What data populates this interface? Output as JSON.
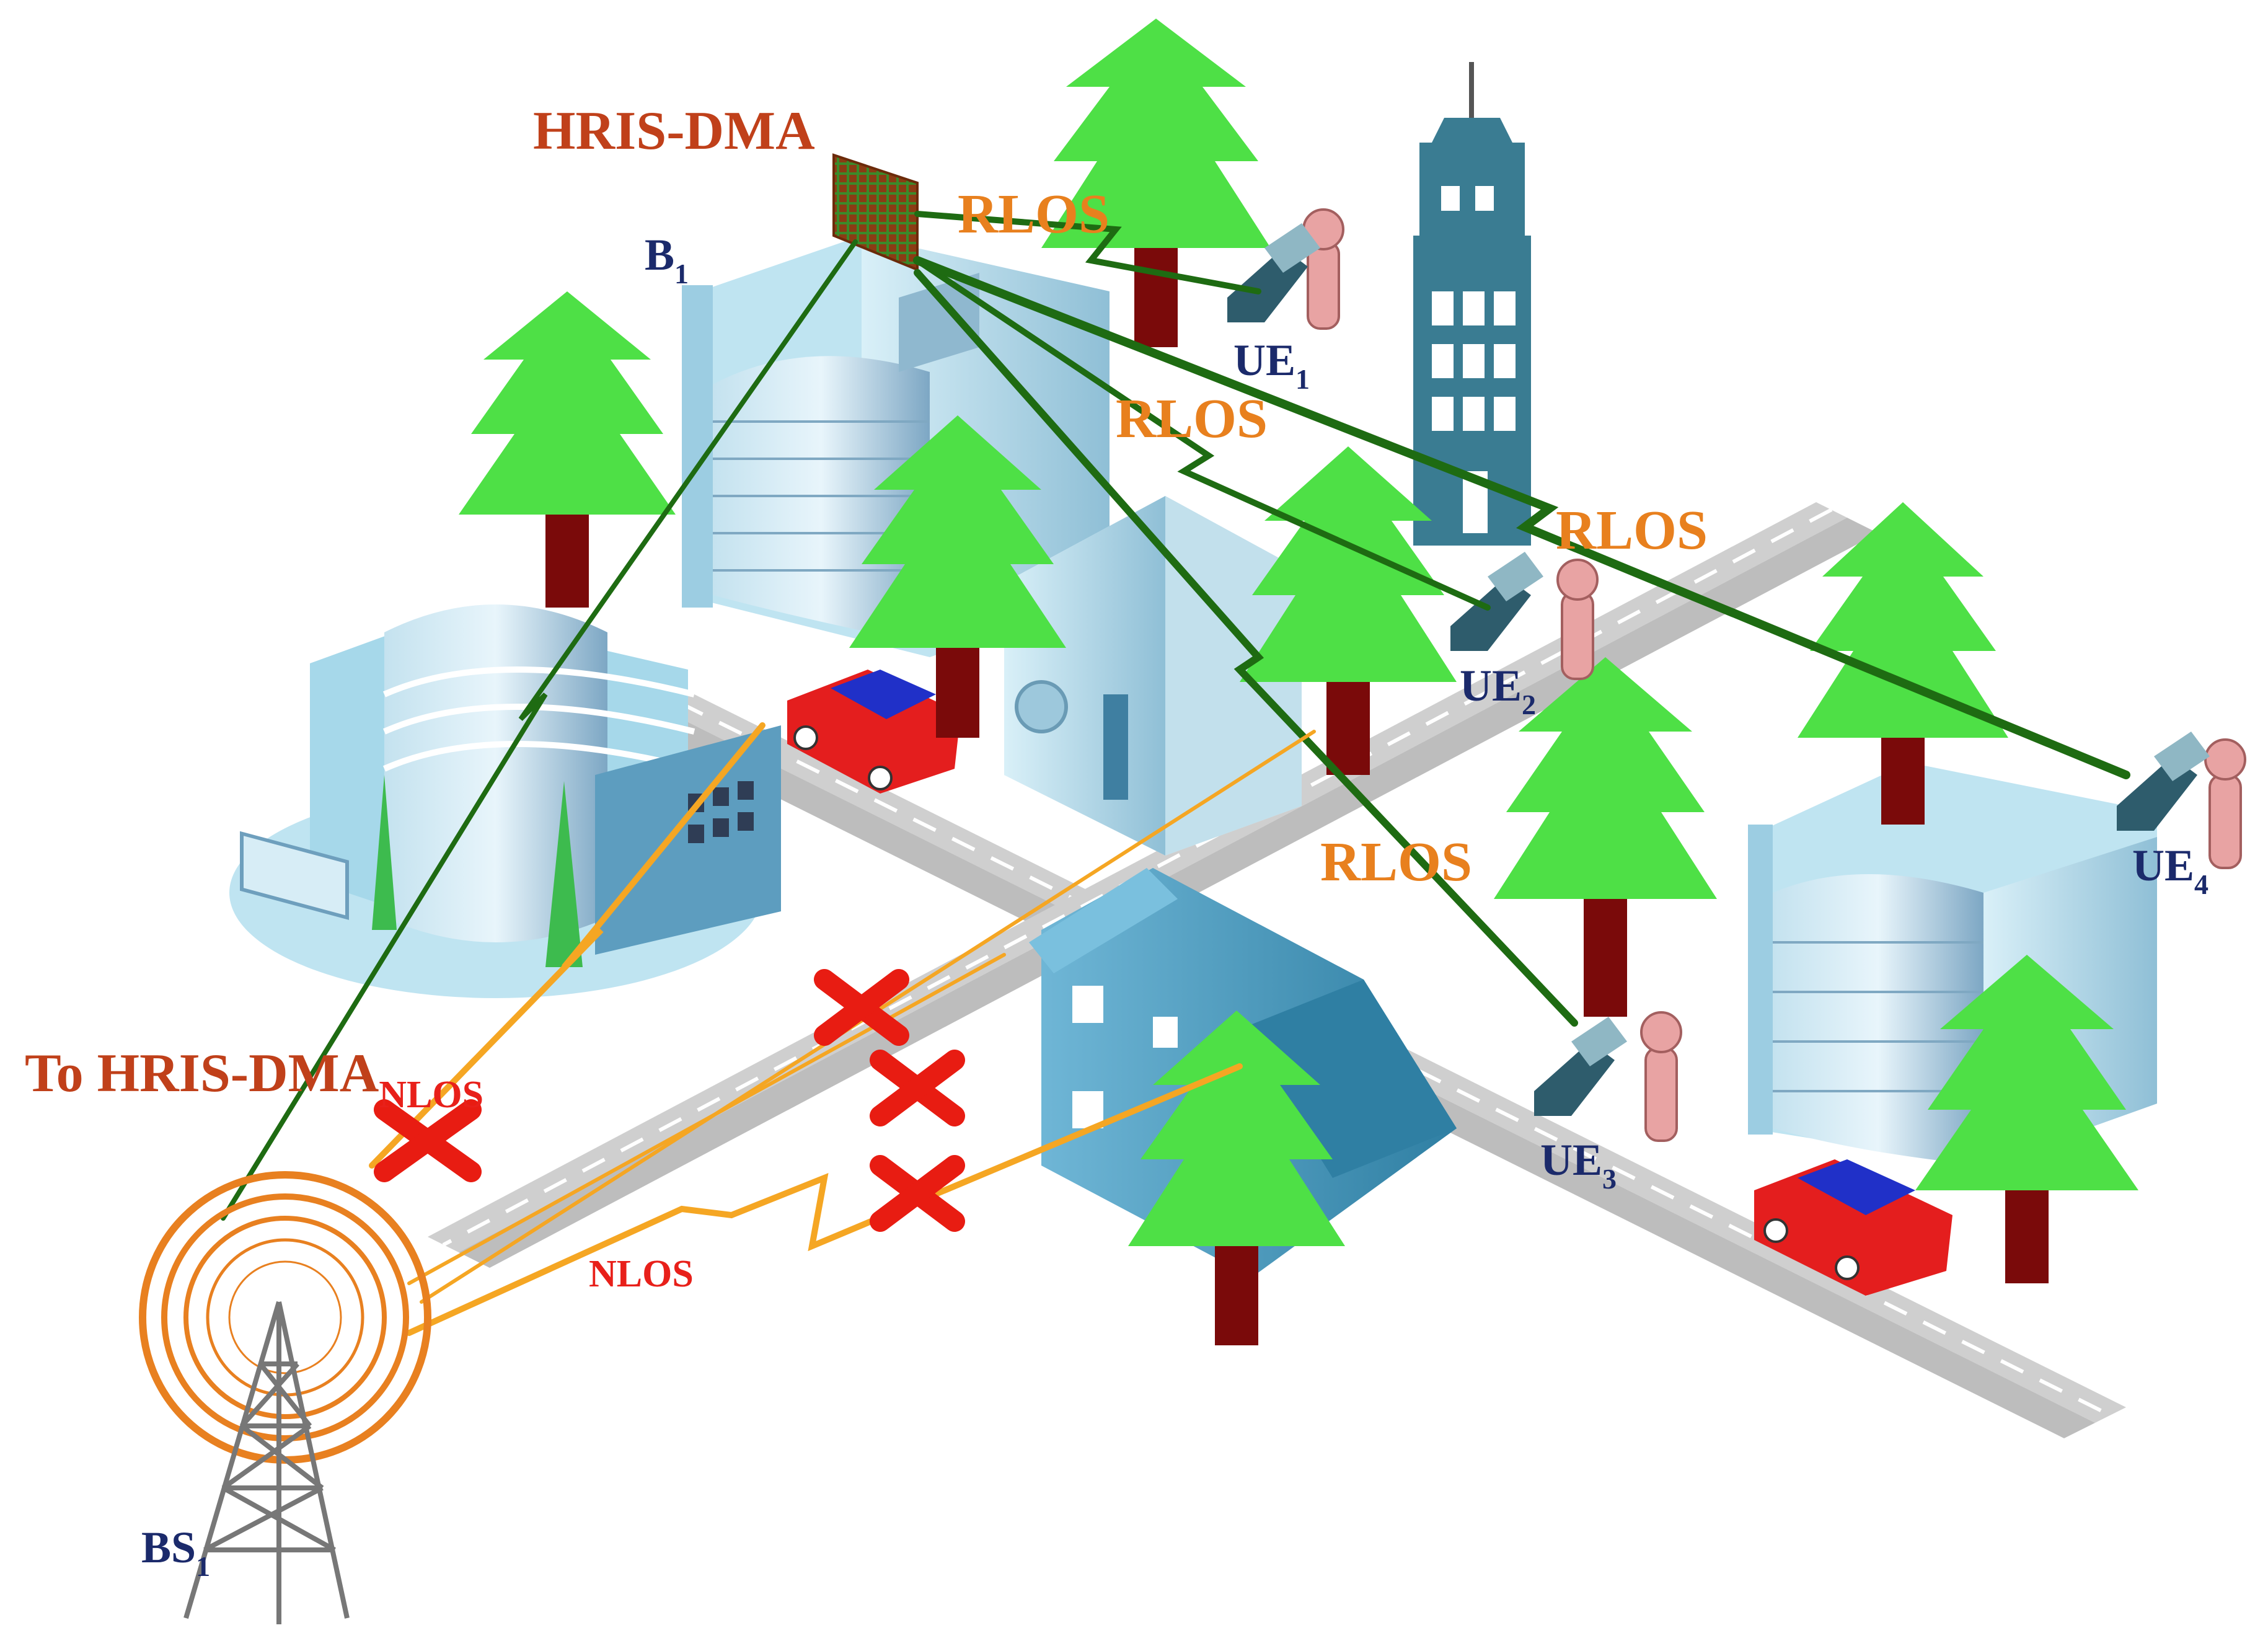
{
  "labels": {
    "ris": "HRIS-DMA",
    "building_main": "B",
    "building_main_sub": "1",
    "to_ris": "To HRIS-DMA",
    "to_ris_sub": "NLOS",
    "nlos": "NLOS",
    "base_station": "BS",
    "base_station_sub": "1"
  },
  "links": [
    {
      "id": "ue1",
      "text": "RLOS"
    },
    {
      "id": "ue2",
      "text": "RLOS"
    },
    {
      "id": "ue4",
      "text": "RLOS"
    },
    {
      "id": "ue3",
      "text": "RLOS"
    }
  ],
  "users": [
    {
      "id": "ue1",
      "name": "UE",
      "sub": "1"
    },
    {
      "id": "ue2",
      "name": "UE",
      "sub": "2"
    },
    {
      "id": "ue3",
      "name": "UE",
      "sub": "3"
    },
    {
      "id": "ue4",
      "name": "UE",
      "sub": "4"
    }
  ],
  "colors": {
    "ris_link": "#1e6b12",
    "blocked_link": "#f5a623",
    "block_mark": "#e81c12",
    "tree_foliage": "#4ee046",
    "tree_trunk": "#7a0a0a",
    "building": "#a6d8ea",
    "tower": "#3a7c92",
    "road": "#cccccc",
    "car": "#e41e1e",
    "person": "#e8a3a3",
    "phone": "#2e5c6c"
  }
}
